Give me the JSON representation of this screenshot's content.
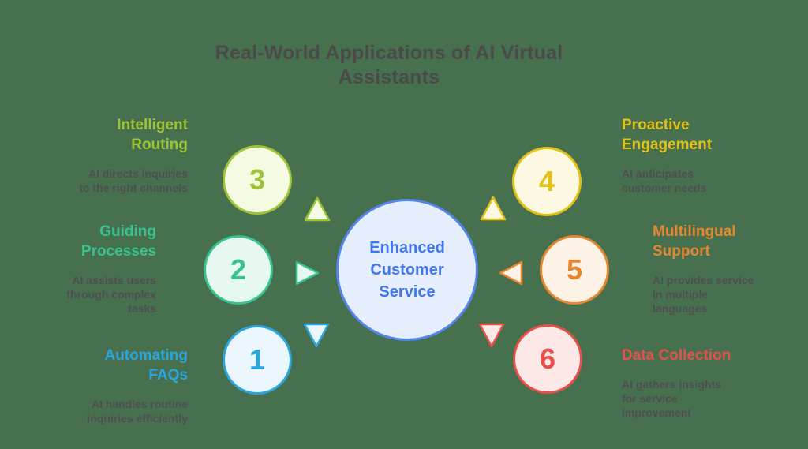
{
  "background_color": "#47704F",
  "title": {
    "text": "Real-World Applications of AI Virtual\nAssistants",
    "color": "#4A4A4A"
  },
  "description_color": "#4F4F4F",
  "center_circle": {
    "label": "Enhanced\nCustomer\nService",
    "text_color": "#4177EE",
    "border_color": "#5385EC",
    "fill_color": "#E6EDFC"
  },
  "items": [
    {
      "number": "1",
      "heading": "Automating\nFAQs",
      "description": "AI handles routine\ninquiries efficiently",
      "accent_color": "#2BA5DF",
      "fill_color": "#EAF6FC",
      "arrow_direction": "down",
      "side": "left"
    },
    {
      "number": "2",
      "heading": "Guiding\nProcesses",
      "description": "AI assists users\nthrough complex\ntasks",
      "accent_color": "#37C28E",
      "fill_color": "#E6F8EF",
      "arrow_direction": "right",
      "side": "left"
    },
    {
      "number": "3",
      "heading": "Intelligent\nRouting",
      "description": "AI directs inquiries\nto the right channels",
      "accent_color": "#9DC437",
      "fill_color": "#F5FAE3",
      "arrow_direction": "up",
      "side": "left"
    },
    {
      "number": "4",
      "heading": "Proactive\nEngagement",
      "description": "AI anticipates\ncustomer needs",
      "accent_color": "#E2C117",
      "fill_color": "#FCF8E1",
      "arrow_direction": "up",
      "side": "right"
    },
    {
      "number": "5",
      "heading": "Multilingual\nSupport",
      "description": "AI provides service\nin multiple\nlanguages",
      "accent_color": "#E6862D",
      "fill_color": "#FDF2E6",
      "arrow_direction": "left",
      "side": "right"
    },
    {
      "number": "6",
      "heading": "Data Collection",
      "description": "AI gathers insights\nfor service\nimprovement",
      "accent_color": "#E65049",
      "fill_color": "#FCE9E7",
      "arrow_direction": "down",
      "side": "right"
    }
  ]
}
